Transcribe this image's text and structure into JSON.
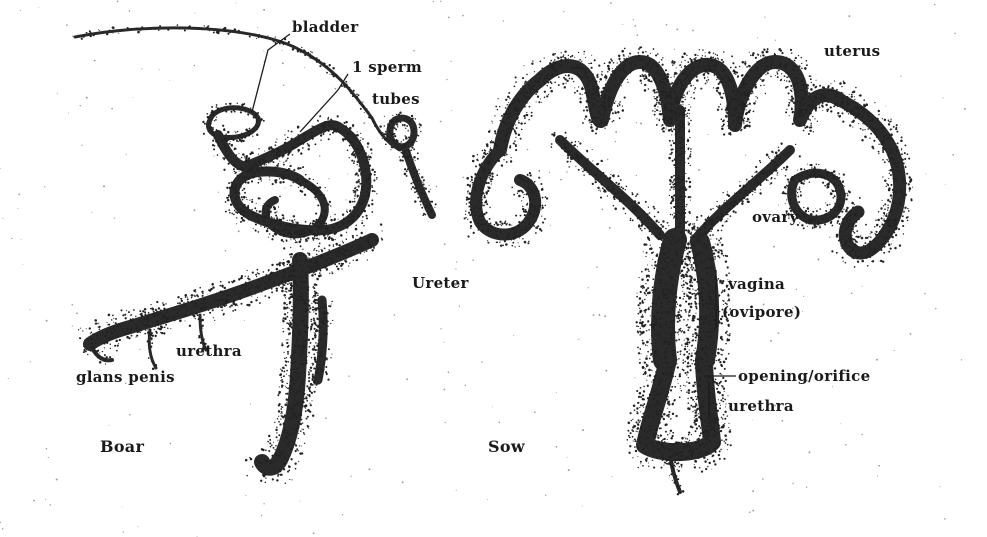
{
  "labels": {
    "bladder": "bladder",
    "sperm_tubes_line1": "1 sperm",
    "sperm_tubes_line2": "tubes",
    "ureter": "Ureter",
    "urethra": "urethra",
    "penis_glans": "glans penis",
    "boar": "Boar",
    "sow": "Sow",
    "uterus": "uterus",
    "ovary": "ovary",
    "vagina_line1": "vagina",
    "vagina_line2": "(ovipore)",
    "opening_line1": "opening/orifice",
    "opening_line2": "urethra"
  }
}
